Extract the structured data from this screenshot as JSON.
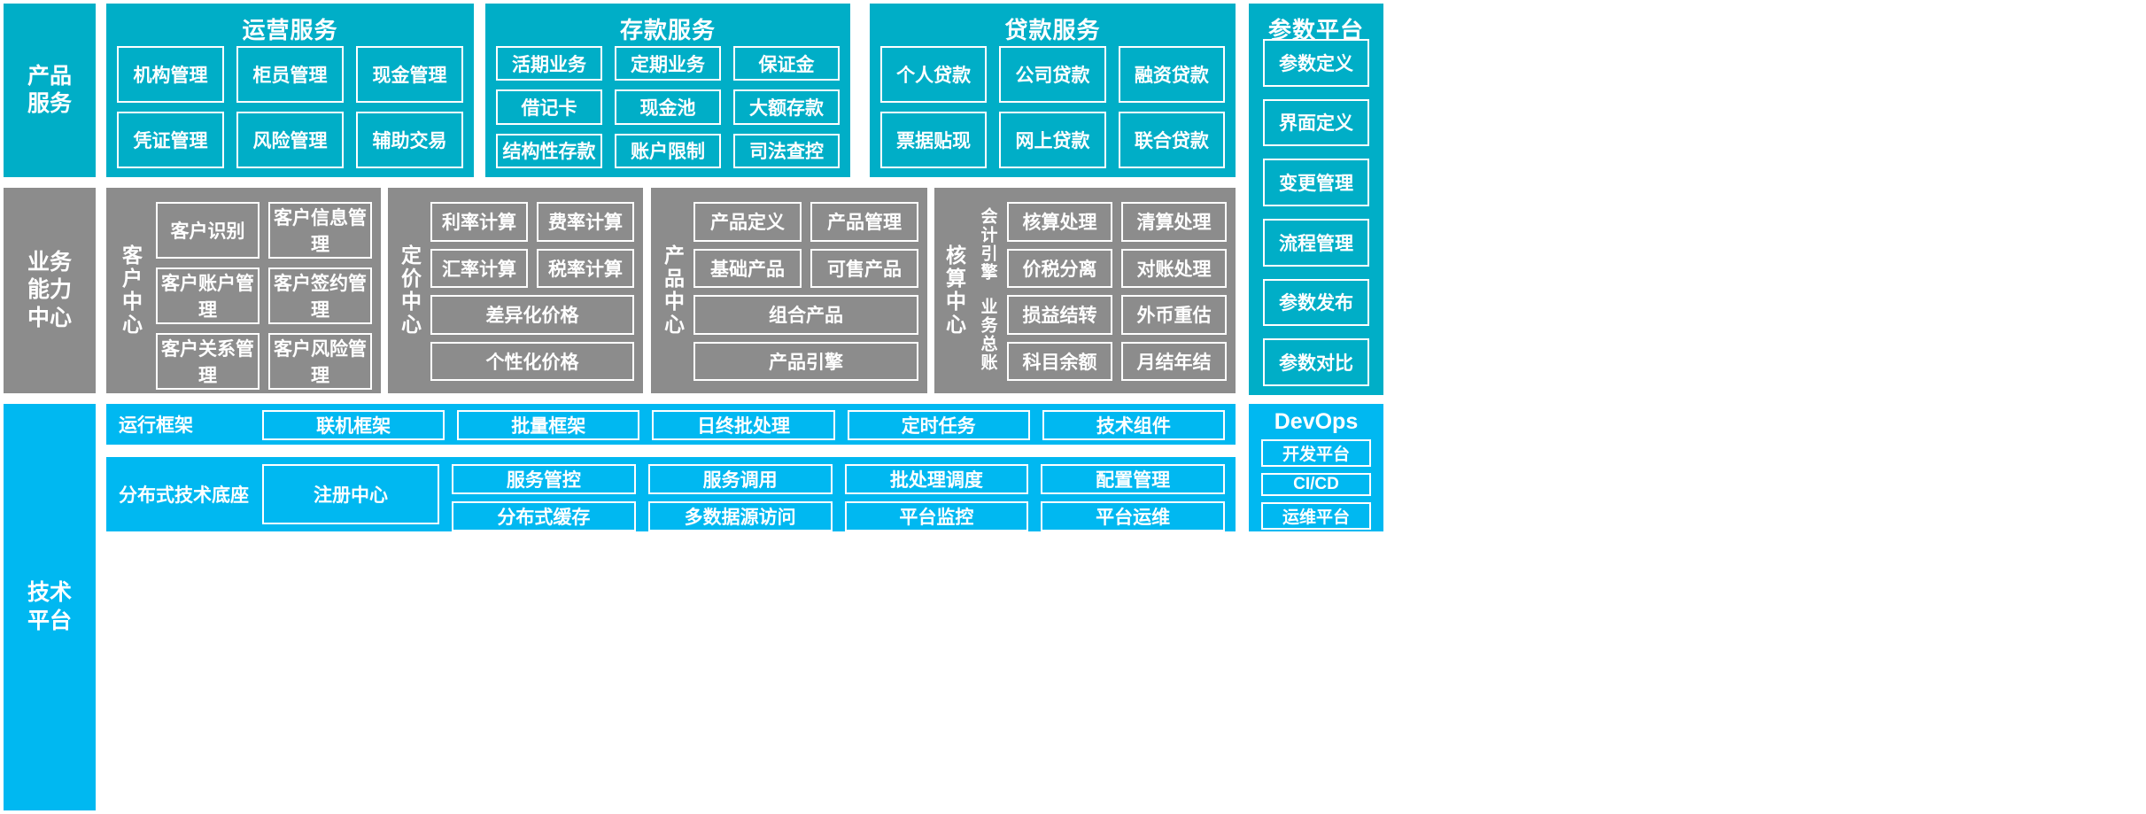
{
  "layers": {
    "product_services": "产品\n服务",
    "business_capability": "业务\n能力\n中心",
    "technology_platform": "技术\n平台"
  },
  "product_services": {
    "groups": [
      {
        "title": "运营服务",
        "items": [
          "机构管理",
          "柜员管理",
          "现金管理",
          "凭证管理",
          "风险管理",
          "辅助交易"
        ]
      },
      {
        "title": "存款服务",
        "items": [
          "活期业务",
          "定期业务",
          "保证金",
          "借记卡",
          "现金池",
          "大额存款",
          "结构性存款",
          "账户限制",
          "司法查控"
        ]
      },
      {
        "title": "贷款服务",
        "items": [
          "个人贷款",
          "公司贷款",
          "融资贷款",
          "票据贴现",
          "网上贷款",
          "联合贷款"
        ]
      }
    ]
  },
  "param_platform": {
    "title": "参数平台",
    "items": [
      "参数定义",
      "界面定义",
      "变更管理",
      "流程管理",
      "参数发布",
      "参数对比"
    ]
  },
  "business_centers": {
    "customer": {
      "label": "客户中心",
      "items": [
        "客户识别",
        "客户信息管理",
        "客户账户管理",
        "客户签约管理",
        "客户关系管理",
        "客户风险管理"
      ]
    },
    "pricing": {
      "label": "定价中心",
      "items": [
        "利率计算",
        "费率计算",
        "汇率计算",
        "税率计算"
      ],
      "wide_items": [
        "差异化价格",
        "个性化价格"
      ]
    },
    "product": {
      "label": "产品中心",
      "items": [
        "产品定义",
        "产品管理",
        "基础产品",
        "可售产品"
      ],
      "wide_items": [
        "组合产品",
        "产品引擎"
      ]
    },
    "accounting": {
      "label": "核算中心",
      "sub_engine": "会计引擎",
      "sub_ledger": "业务总账",
      "engine_items": [
        "核算处理",
        "清算处理",
        "价税分离",
        "对账处理"
      ],
      "ledger_items": [
        "损益结转",
        "外币重估",
        "科目余额",
        "月结年结"
      ]
    }
  },
  "tech_platform": {
    "runtime": {
      "title": "运行框架",
      "items": [
        "联机框架",
        "批量框架",
        "日终批处理",
        "定时任务",
        "技术组件"
      ]
    },
    "base": {
      "title": "分布式技术底座",
      "registry": "注册中心",
      "items": [
        "服务管控",
        "服务调用",
        "批处理调度",
        "配置管理",
        "分布式缓存",
        "多数据源访问",
        "平台监控",
        "平台运维"
      ]
    }
  },
  "devops": {
    "title": "DevOps",
    "items": [
      "开发平台",
      "CI/CD",
      "运维平台"
    ]
  },
  "colors": {
    "teal": "#00AEC7",
    "gray": "#8C8C8C",
    "blue": "#00B8F1",
    "border": "#FFFFFF",
    "text": "#FFFFFF"
  }
}
